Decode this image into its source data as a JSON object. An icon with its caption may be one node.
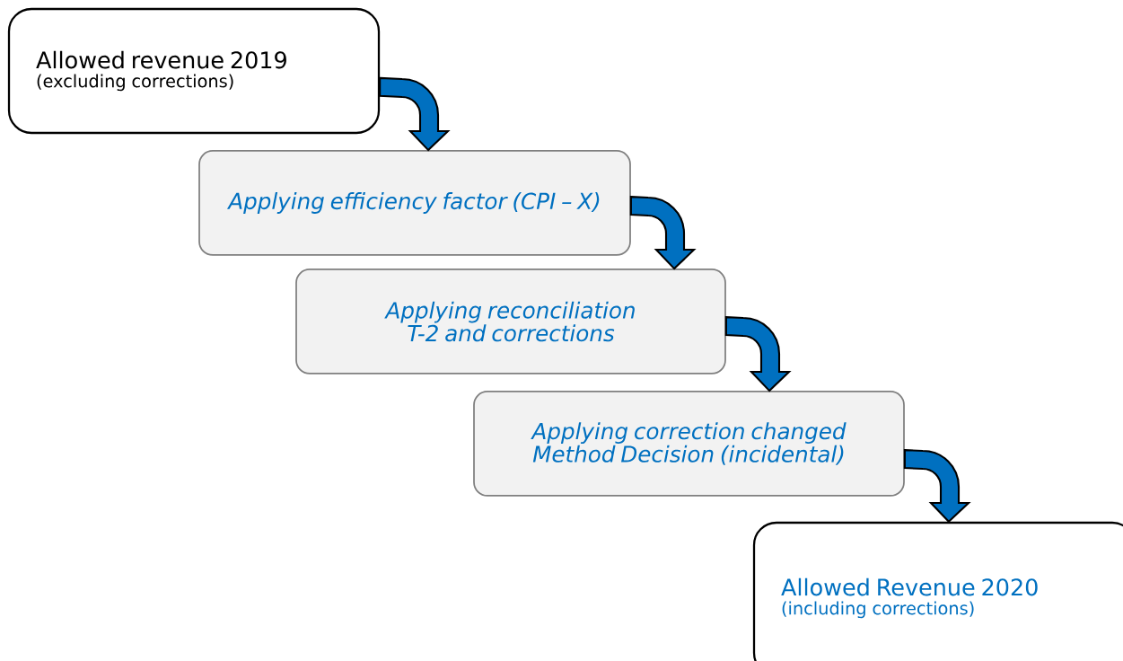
{
  "diagram": {
    "nodes": [
      {
        "text": [
          "Allowed revenue 2019",
          "(excluding corrections)"
        ]
      },
      {
        "text": [
          "Applying efficiency factor (CPI – X)"
        ]
      },
      {
        "text": [
          "Applying reconciliation T-2 and corrections"
        ]
      },
      {
        "text": [
          "Applying correction changed Method Decision (incidental)"
        ]
      },
      {
        "text": [
          "Allowed Revenue 2020",
          "(including corrections)"
        ]
      }
    ],
    "edges": [
      {
        "from": 0,
        "to": 1,
        "arrow": "to"
      },
      {
        "from": 1,
        "to": 2,
        "arrow": "to"
      },
      {
        "from": 2,
        "to": 3,
        "arrow": "to"
      },
      {
        "from": 3,
        "to": 4,
        "arrow": "to"
      }
    ]
  }
}
